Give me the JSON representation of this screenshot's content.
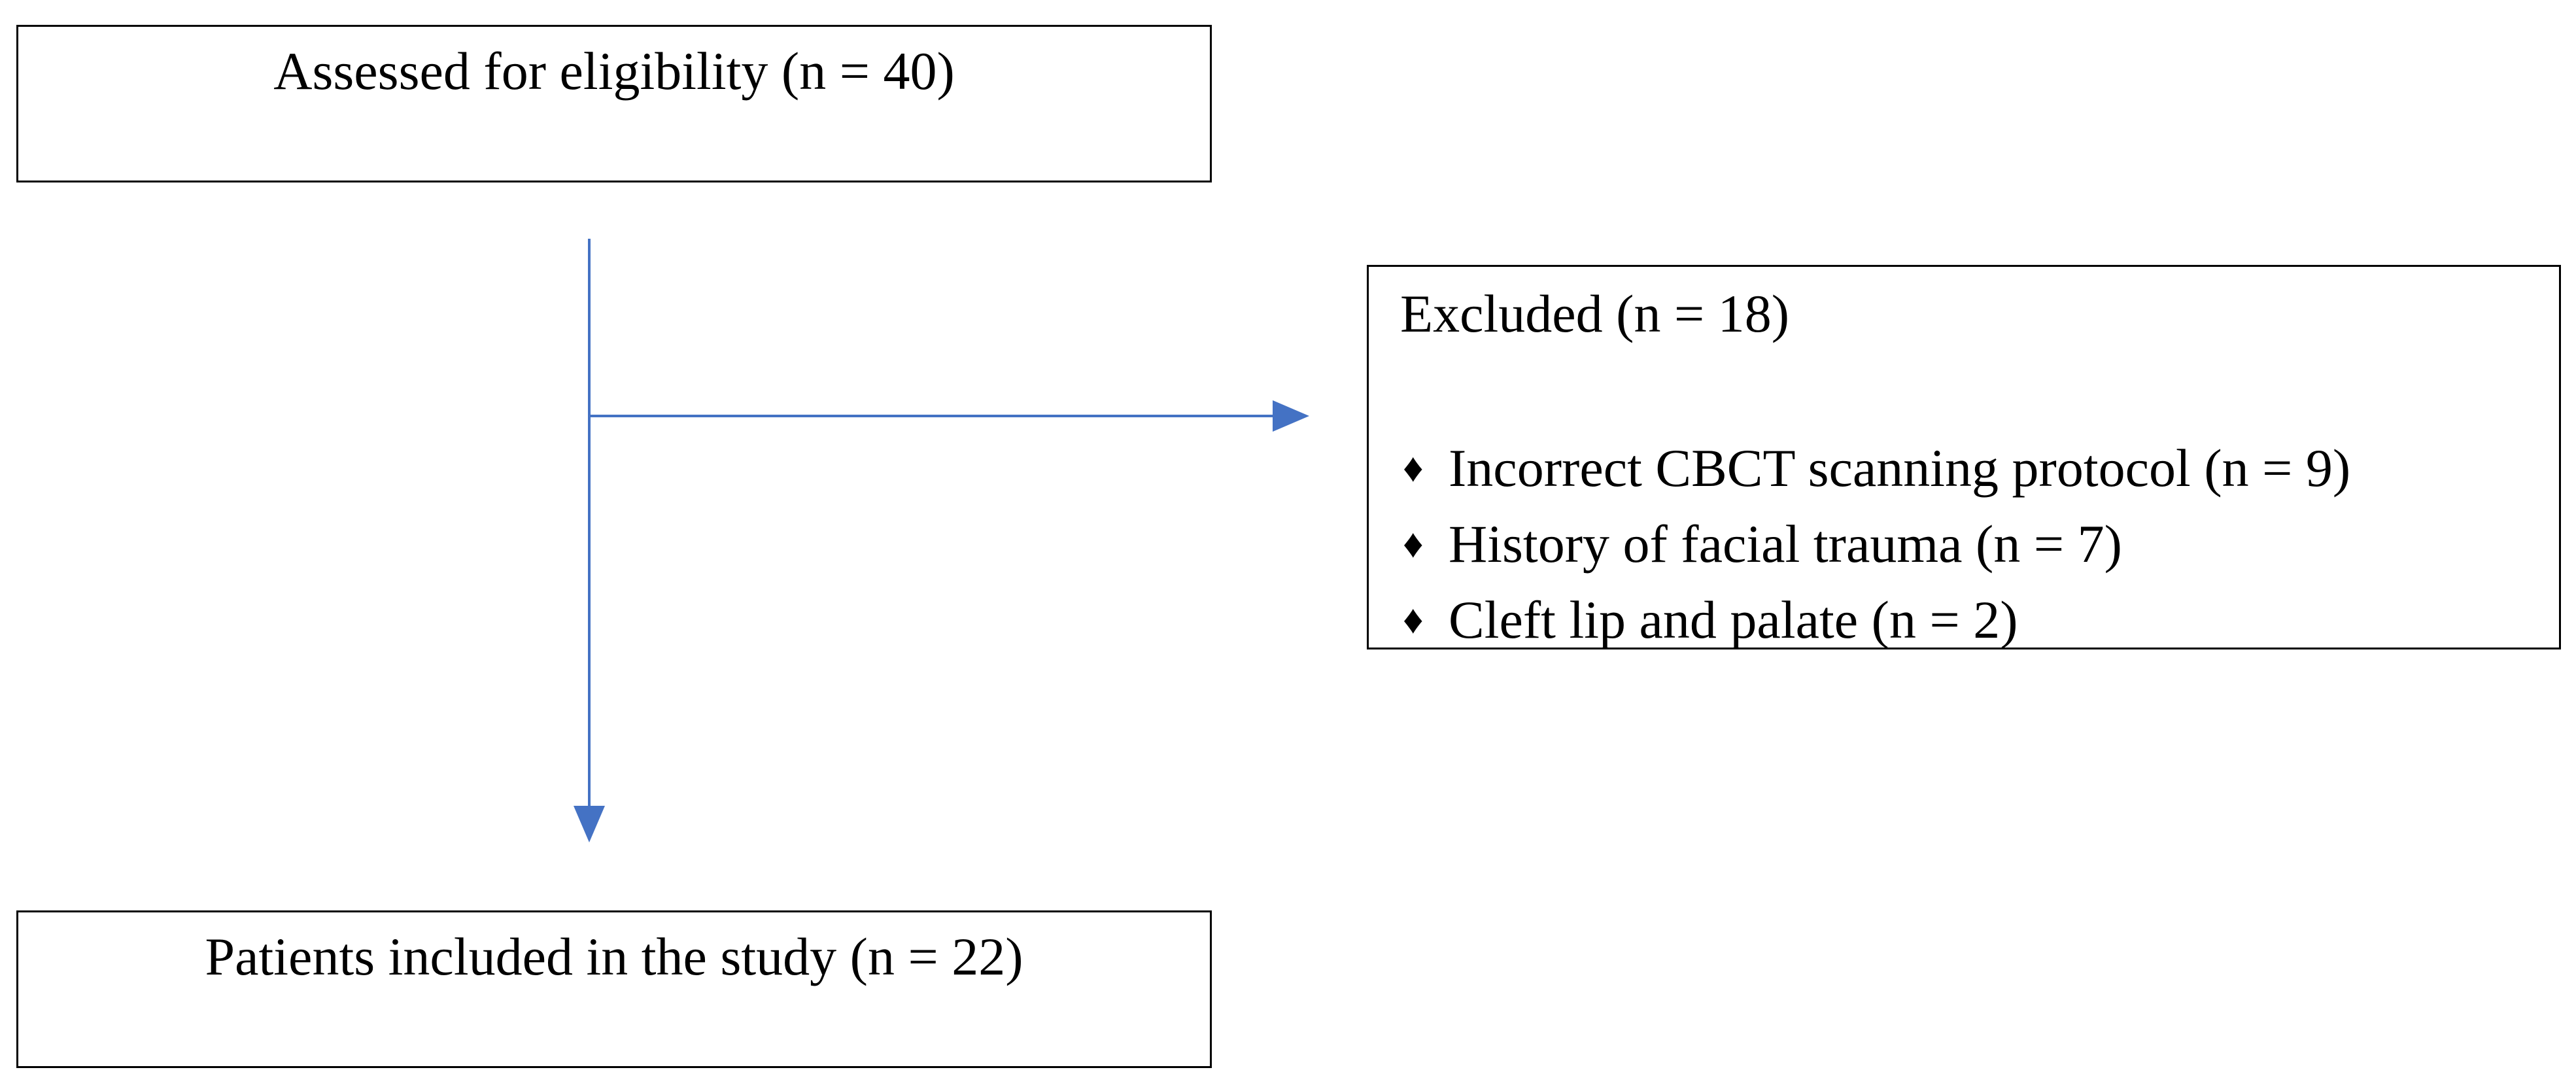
{
  "diagram": {
    "boxes": {
      "assessed": "Assessed for eligibility (n = 40)",
      "excluded": {
        "title": "Excluded (n = 18)",
        "reasons": [
          "Incorrect CBCT scanning protocol (n = 9)",
          "History of facial trauma (n = 7)",
          "Cleft lip and palate (n = 2)"
        ],
        "bullet_glyph": "♦"
      },
      "included": "Patients included in the study (n = 22)"
    },
    "colors": {
      "arrow": "#4472C4",
      "border": "#000000",
      "text": "#000000"
    }
  }
}
